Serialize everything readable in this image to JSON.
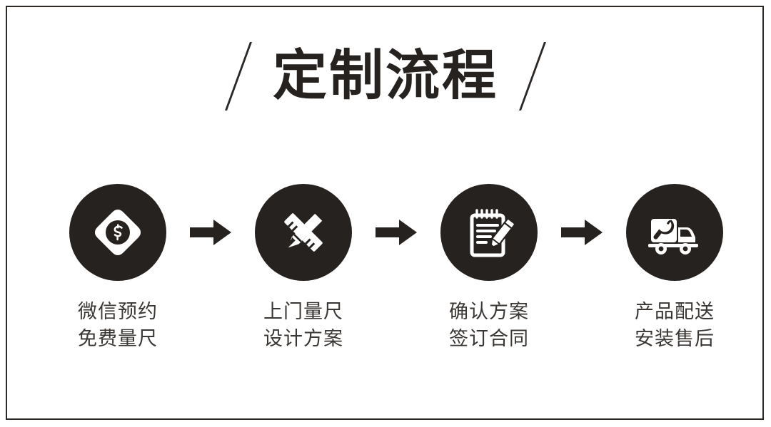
{
  "page": {
    "background_color": "#ffffff",
    "border_color": "#2b2724",
    "accent_color": "#262220",
    "text_color": "#3a3633"
  },
  "title": {
    "text": "定制流程",
    "left_slash": "slash-decoration-left",
    "right_slash": "slash-decoration-right"
  },
  "steps": [
    {
      "index": "1",
      "icon": "wechat-appointment-icon",
      "line1": "微信预约",
      "line2": "免费量尺"
    },
    {
      "index": "2",
      "icon": "pencil-ruler-icon",
      "line1": "上门量尺",
      "line2": "设计方案"
    },
    {
      "index": "3",
      "icon": "notepad-pencil-icon",
      "line1": "确认方案",
      "line2": "签订合同"
    },
    {
      "index": "4",
      "icon": "delivery-truck-wrench-icon",
      "line1": "产品配送",
      "line2": "安装售后"
    }
  ],
  "arrows": [
    {
      "name": "arrow-right-1",
      "glyph": "right-arrow-icon"
    },
    {
      "name": "arrow-right-2",
      "glyph": "right-arrow-icon"
    },
    {
      "name": "arrow-right-3",
      "glyph": "right-arrow-icon"
    }
  ]
}
